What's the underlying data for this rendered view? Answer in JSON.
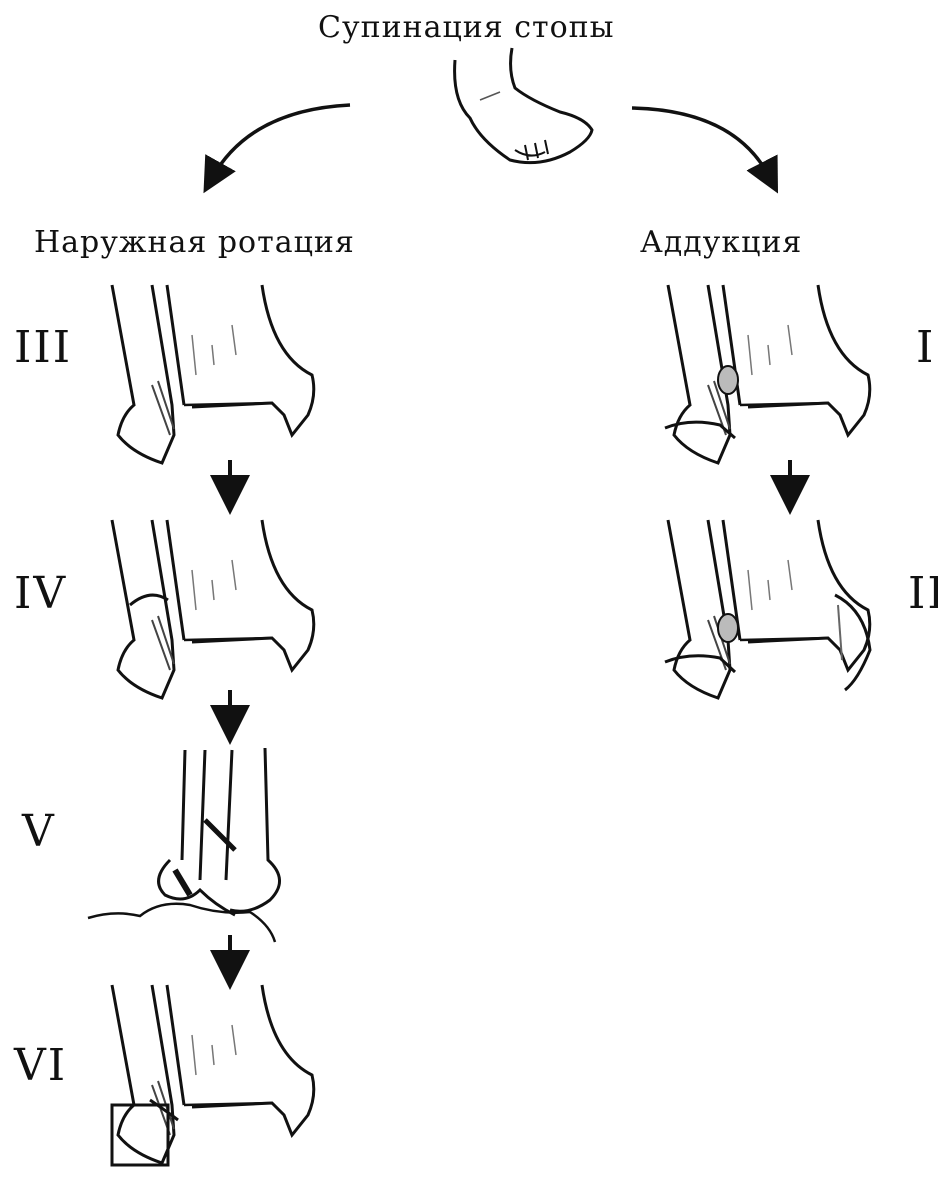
{
  "title": "Супинация стопы",
  "branches": {
    "left": "Наружная ротация",
    "right": "Аддукция"
  },
  "stages": {
    "left": [
      "III",
      "IV",
      "V",
      "VI"
    ],
    "right": [
      "I",
      "II"
    ]
  }
}
